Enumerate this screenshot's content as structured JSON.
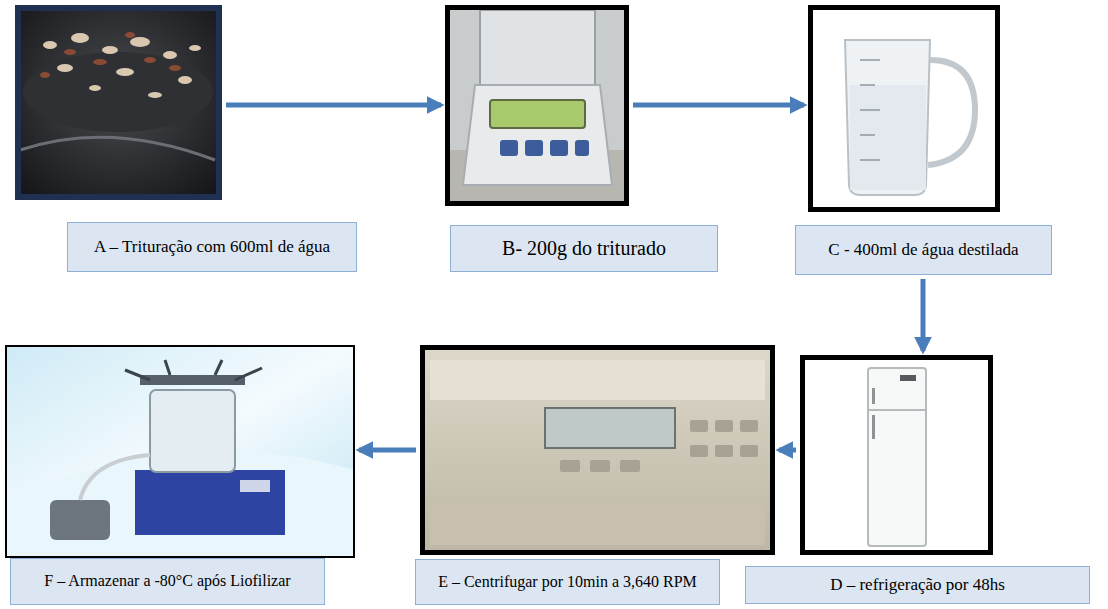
{
  "diagram": {
    "nodes": [
      {
        "text": [
          "A – Trituração com 600ml de água"
        ]
      },
      {
        "text": [
          "B- 200g do triturado"
        ]
      },
      {
        "text": [
          "C - 400ml de água destilada"
        ]
      },
      {
        "text": [
          "D – refrigeração por 48hs"
        ]
      },
      {
        "text": [
          "E – Centrifugar por 10min a 3,640 RPM"
        ]
      },
      {
        "text": [
          "F – Armazenar a -80°C após Liofilizar"
        ]
      }
    ],
    "edges": [
      {
        "from": 0,
        "to": 1,
        "arrow": "to"
      },
      {
        "from": 1,
        "to": 2,
        "arrow": "to"
      },
      {
        "from": 2,
        "to": 3,
        "arrow": "to"
      },
      {
        "from": 3,
        "to": 4,
        "arrow": "to"
      },
      {
        "from": 4,
        "to": 5,
        "arrow": "to"
      }
    ]
  }
}
